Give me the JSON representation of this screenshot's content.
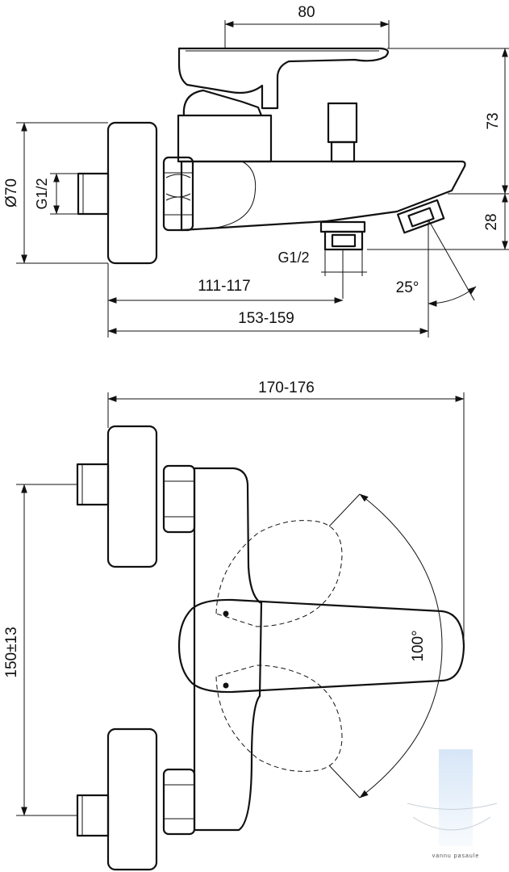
{
  "side_view": {
    "dim_width_top": "80",
    "dim_height_right": "73",
    "dim_spout_height": "28",
    "dim_diameter": "Ø70",
    "dim_inlet_thread": "G1/2",
    "dim_outlet_thread": "G1/2",
    "dim_angle": "25°",
    "dim_outlet_position": "111-117",
    "dim_spout_length": "153-159"
  },
  "front_view": {
    "dim_total_width": "170-176",
    "dim_inlet_spacing": "150±13",
    "dim_lever_rotation": "100°"
  },
  "watermark": {
    "text": "vannu pasaule",
    "color": "#a9c6e8"
  }
}
